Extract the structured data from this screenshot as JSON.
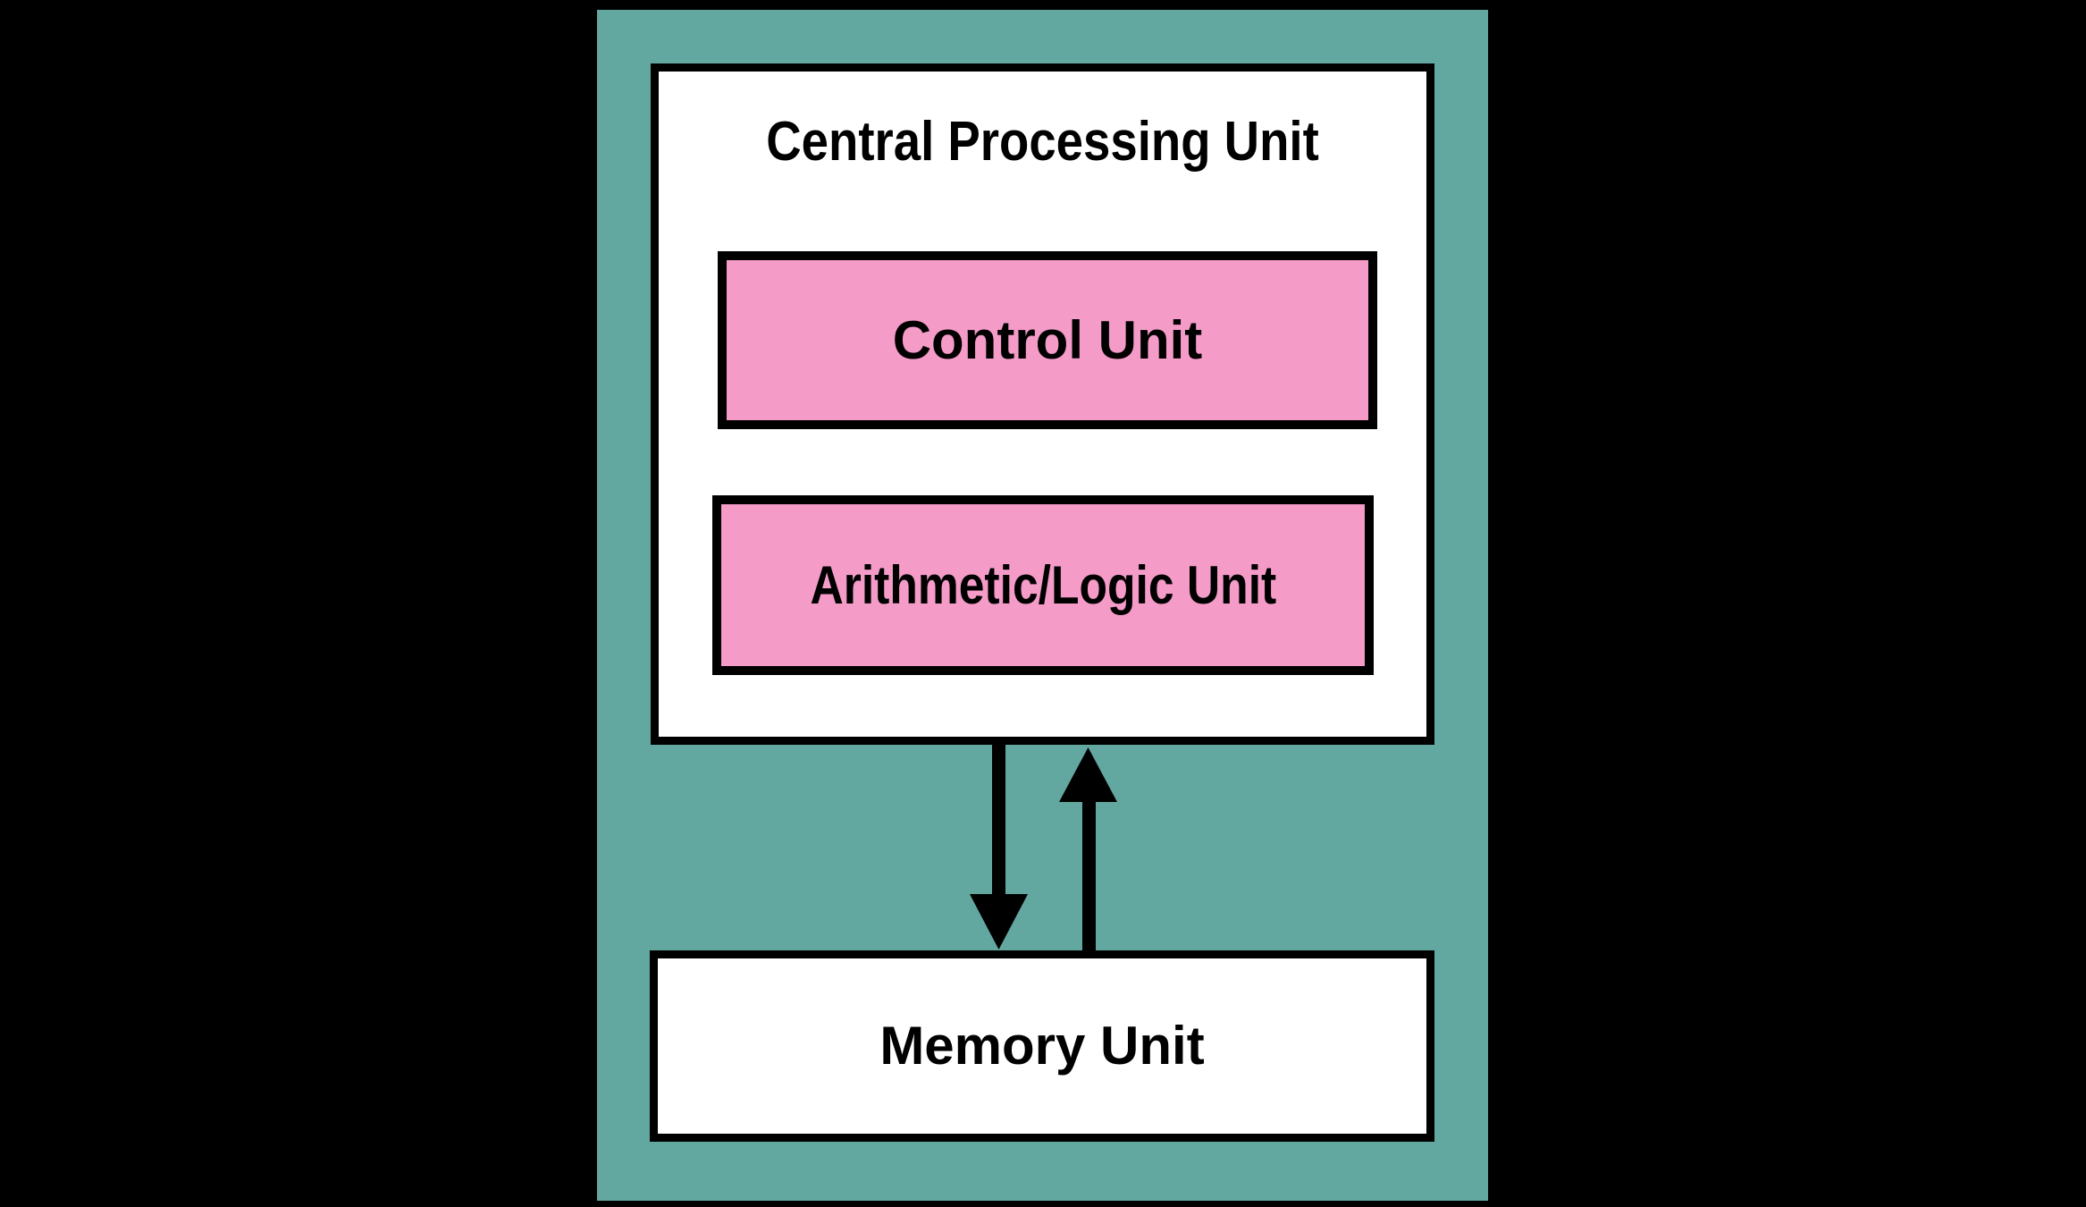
{
  "diagram": {
    "title": "Central Processing Unit",
    "chassis": {
      "name": "computer-chassis",
      "color": "#63A8A0"
    },
    "background_color": "#000000",
    "blocks": [
      {
        "id": "cpu",
        "label": "Central Processing Unit",
        "fill": "#FFFFFF",
        "stroke": "#000000"
      },
      {
        "id": "control-unit",
        "label": "Control Unit",
        "fill": "#F59BC8",
        "stroke": "#000000"
      },
      {
        "id": "alu",
        "label": "Arithmetic/Logic Unit",
        "fill": "#F59BC8",
        "stroke": "#000000"
      },
      {
        "id": "memory-unit",
        "label": "Memory Unit",
        "fill": "#FFFFFF",
        "stroke": "#000000"
      }
    ],
    "connectors": [
      {
        "id": "cpu-to-memory",
        "direction": "down",
        "from": "cpu",
        "to": "memory-unit",
        "color": "#000000"
      },
      {
        "id": "memory-to-cpu",
        "direction": "up",
        "from": "memory-unit",
        "to": "cpu",
        "color": "#000000"
      }
    ]
  }
}
